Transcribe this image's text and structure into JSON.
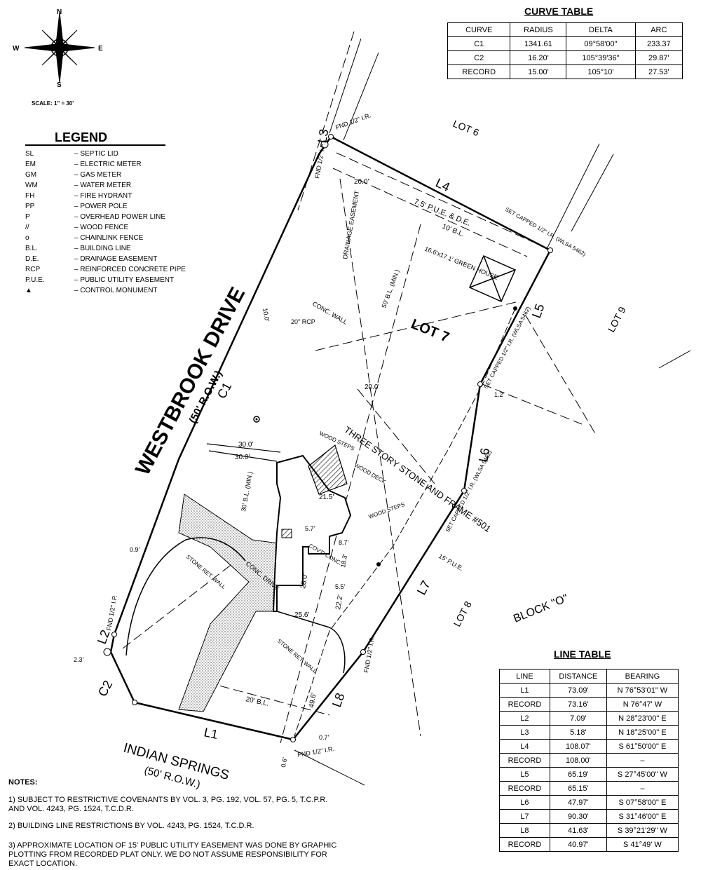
{
  "compass": {
    "n": "N",
    "s": "S",
    "e": "E",
    "w": "W"
  },
  "scale": "SCALE: 1\" = 30'",
  "legend": {
    "title": "LEGEND",
    "items": [
      {
        "sym": "SL",
        "desc": "– SEPTIC LID"
      },
      {
        "sym": "EM",
        "desc": "– ELECTRIC METER"
      },
      {
        "sym": "GM",
        "desc": "– GAS METER"
      },
      {
        "sym": "WM",
        "desc": "– WATER METER"
      },
      {
        "sym": "FH",
        "desc": "– FIRE HYDRANT"
      },
      {
        "sym": "PP",
        "desc": "– POWER POLE"
      },
      {
        "sym": "P",
        "desc": "– OVERHEAD POWER LINE"
      },
      {
        "sym": "//",
        "desc": "– WOOD FENCE"
      },
      {
        "sym": "o",
        "desc": "– CHAINLINK FENCE"
      },
      {
        "sym": "B.L.",
        "desc": "– BUILDING LINE"
      },
      {
        "sym": "D.E.",
        "desc": "– DRAINAGE EASEMENT"
      },
      {
        "sym": "RCP",
        "desc": "– REINFORCED CONCRETE PIPE"
      },
      {
        "sym": "P.U.E.",
        "desc": "– PUBLIC UTILITY EASEMENT"
      },
      {
        "sym": "▲",
        "desc": "– CONTROL MONUMENT"
      }
    ]
  },
  "curve_table": {
    "title": "CURVE TABLE",
    "headers": [
      "CURVE",
      "RADIUS",
      "DELTA",
      "ARC"
    ],
    "rows": [
      [
        "C1",
        "1341.61",
        "09°58'00\"",
        "233.37"
      ],
      [
        "C2",
        "16.20'",
        "105°39'36\"",
        "29.87'"
      ],
      [
        "RECORD",
        "15.00'",
        "105°10'",
        "27.53'"
      ]
    ]
  },
  "line_table": {
    "title": "LINE TABLE",
    "headers": [
      "LINE",
      "DISTANCE",
      "BEARING"
    ],
    "rows": [
      [
        "L1",
        "73.09'",
        "N 76°53'01\" W"
      ],
      [
        "RECORD",
        "73.16'",
        "N 76°47' W"
      ],
      [
        "L2",
        "7.09'",
        "N 28°23'00\" E"
      ],
      [
        "L3",
        "5.18'",
        "N 18°25'00\" E"
      ],
      [
        "L4",
        "108.07'",
        "S 61°50'00\" E"
      ],
      [
        "RECORD",
        "108.00'",
        "–"
      ],
      [
        "L5",
        "65.19'",
        "S 27°45'00\" W"
      ],
      [
        "RECORD",
        "65.15'",
        "–"
      ],
      [
        "L6",
        "47.97'",
        "S 07°58'00\" E"
      ],
      [
        "L7",
        "90.30'",
        "S 31°46'00\" E"
      ],
      [
        "L8",
        "41.63'",
        "S 39°21'29\" W"
      ],
      [
        "RECORD",
        "40.97'",
        "S 41°49' W"
      ]
    ]
  },
  "plat": {
    "street1": "WESTBROOK DRIVE",
    "street1_row": "(50' R.O.W.)",
    "street2": "INDIAN SPRINGS",
    "street2_row": "(50' R.O.W.)",
    "lot7": "LOT 7",
    "lot6": "LOT 6",
    "lot8": "LOT 8",
    "lot9": "LOT 9",
    "block": "BLOCK \"O\"",
    "house": "THREE STORY STONE AND FRAME #501",
    "greenhouse": "16.6'x17.1' GREEN HOUSE",
    "drain_ease": "DRAINAGE EASEMENT",
    "pue_top": "7.5' P.U.E. & D.E.",
    "bl_top": "10' B.L.",
    "bl_50": "50' B.L. (MIN.)",
    "bl_30": "30' B.L. (MIN.)",
    "bl_20": "20' B.L.",
    "pue_15": "15' P.U.E.",
    "conc_drive": "CONC. DRIVE",
    "stone_wall": "STONE RET. WALL",
    "set_capped": "SET CAPPED 1/2\" I.R. (WLSA 5462)",
    "fnd_ir": "FND 1/2\" I.R.",
    "fnd_ip": "FND 1/2\" I.P.",
    "rcp": "20\" RCP",
    "conc_wall": "CONC. WALL",
    "wood_steps": "WOOD STEPS",
    "wood_deck": "WOOD DECK",
    "covd_conc": "COV'D CONC.",
    "labels": {
      "c1": "C1",
      "c2": "C2",
      "l1": "L1",
      "l2": "L2",
      "l3": "L3",
      "l4": "L4",
      "l5": "L5",
      "l6": "L6",
      "l7": "L7",
      "l8": "L8"
    },
    "dims": {
      "d30a": "30.0'",
      "d30b": "30.0'",
      "d20a": "20.0'",
      "d20b": "20.0'",
      "d09": "0.9'",
      "d07": "0.7'",
      "d06": "0.6'",
      "d23": "2.3'",
      "d256": "25.6'",
      "d280": "28.0'",
      "d215": "21.5'",
      "d496": "49.6'",
      "d222": "22.2'",
      "d12": "1.2'",
      "d100": "10.0'",
      "d87": "8.7'",
      "d183": "18.3'",
      "d55": "5.5'",
      "d57": "5.7'"
    }
  },
  "notes": {
    "title": "NOTES:",
    "items": [
      "1) SUBJECT TO RESTRICTIVE COVENANTS BY VOL. 3, PG. 192, VOL. 57, PG. 5, T.C.P.R. AND VOL. 4243, PG. 1524, T.C.D.R.",
      "2) BUILDING LINE RESTRICTIONS BY VOL. 4243, PG. 1524, T.C.D.R.",
      "3) APPROXIMATE LOCATION OF 15' PUBLIC UTILITY EASEMENT WAS DONE BY GRAPHIC PLOTTING FROM RECORDED PLAT ONLY. WE DO NOT ASSUME RESPONSIBILITY FOR EXACT LOCATION."
    ]
  }
}
